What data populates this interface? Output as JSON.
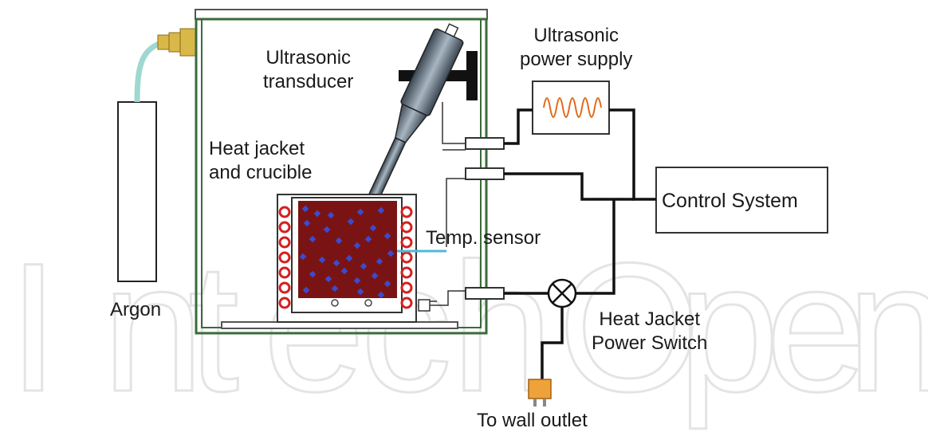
{
  "labels": {
    "ultrasonic_transducer": [
      "Ultrasonic",
      "transducer"
    ],
    "ultrasonic_power_supply": [
      "Ultrasonic",
      "power supply"
    ],
    "heat_jacket_crucible": [
      "Heat jacket",
      "and crucible"
    ],
    "control_system": "Control System",
    "temp_sensor": "Temp. sensor",
    "argon": "Argon",
    "heat_jacket_power_switch": [
      "Heat Jacket",
      "Power Switch"
    ],
    "wall_outlet": "To wall outlet"
  },
  "colors": {
    "enclosure": "#3a6b3a",
    "tube": "#9fd8d0",
    "fitting": "#d9b84a",
    "crucible_melt": "#7a1414",
    "particle": "#3b4bd0",
    "heater_coil": "#d42020",
    "sine_wave": "#e06a1a",
    "sensor_line": "#4fb8d8",
    "plug": "#f0a23a",
    "watermark": "#e4e4e4"
  },
  "watermark_letters": [
    "I",
    "n",
    "t",
    "e",
    "c",
    "h",
    "O",
    "p",
    "e",
    "n"
  ]
}
